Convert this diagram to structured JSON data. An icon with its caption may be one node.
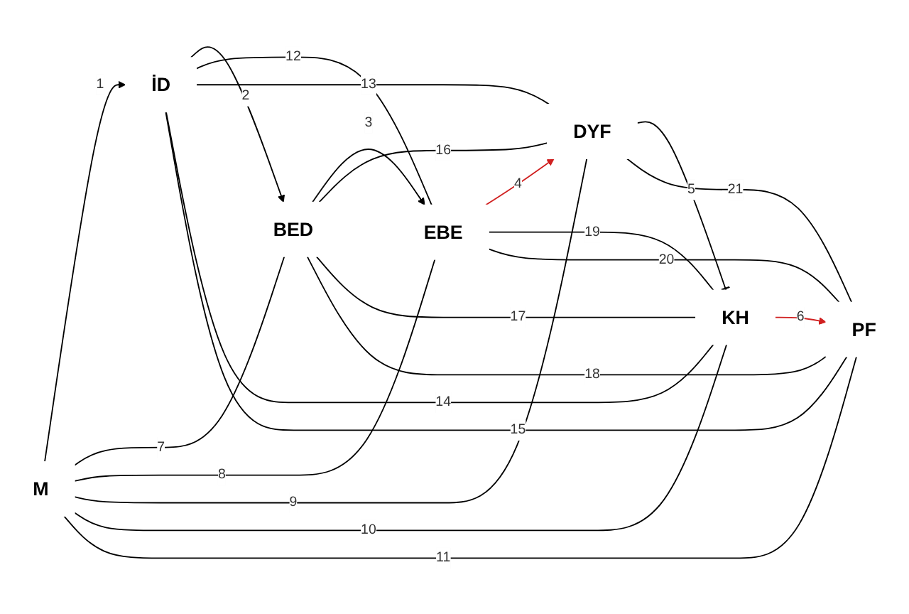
{
  "diagram": {
    "nodes": [
      {
        "text": [
          "M"
        ]
      },
      {
        "text": [
          "İD"
        ]
      },
      {
        "text": [
          "BED"
        ]
      },
      {
        "text": [
          "EBE"
        ]
      },
      {
        "text": [
          "DYF"
        ]
      },
      {
        "text": [
          "KH"
        ]
      },
      {
        "text": [
          "PF"
        ]
      }
    ],
    "edges": [
      {
        "from": 0,
        "to": 1,
        "arrow": "to",
        "label": "1"
      },
      {
        "from": 1,
        "to": 2,
        "arrow": "to",
        "label": "2"
      },
      {
        "from": 2,
        "to": 3,
        "arrow": "to",
        "label": "3"
      },
      {
        "from": 3,
        "to": 4,
        "arrow": "to",
        "label": "4",
        "color": "#d02020"
      },
      {
        "from": 4,
        "to": 5,
        "arrow": "other",
        "label": "5"
      },
      {
        "from": 5,
        "to": 6,
        "arrow": "to",
        "label": "6",
        "color": "#d02020"
      },
      {
        "from": 0,
        "to": 2,
        "arrow": "none",
        "label": "7"
      },
      {
        "from": 0,
        "to": 3,
        "arrow": "none",
        "label": "8"
      },
      {
        "from": 0,
        "to": 4,
        "arrow": "none",
        "label": "9"
      },
      {
        "from": 0,
        "to": 5,
        "arrow": "none",
        "label": "10"
      },
      {
        "from": 0,
        "to": 6,
        "arrow": "none",
        "label": "11"
      },
      {
        "from": 1,
        "to": 3,
        "arrow": "none",
        "label": "12"
      },
      {
        "from": 1,
        "to": 4,
        "arrow": "none",
        "label": "13"
      },
      {
        "from": 1,
        "to": 5,
        "arrow": "none",
        "label": "14"
      },
      {
        "from": 1,
        "to": 6,
        "arrow": "none",
        "label": "15"
      },
      {
        "from": 2,
        "to": 4,
        "arrow": "none",
        "label": "16"
      },
      {
        "from": 2,
        "to": 5,
        "arrow": "none",
        "label": "17"
      },
      {
        "from": 2,
        "to": 6,
        "arrow": "none",
        "label": "18"
      },
      {
        "from": 3,
        "to": 5,
        "arrow": "none",
        "label": "19"
      },
      {
        "from": 3,
        "to": 6,
        "arrow": "none",
        "label": "20"
      },
      {
        "from": 4,
        "to": 6,
        "arrow": "none",
        "label": "21"
      }
    ]
  }
}
